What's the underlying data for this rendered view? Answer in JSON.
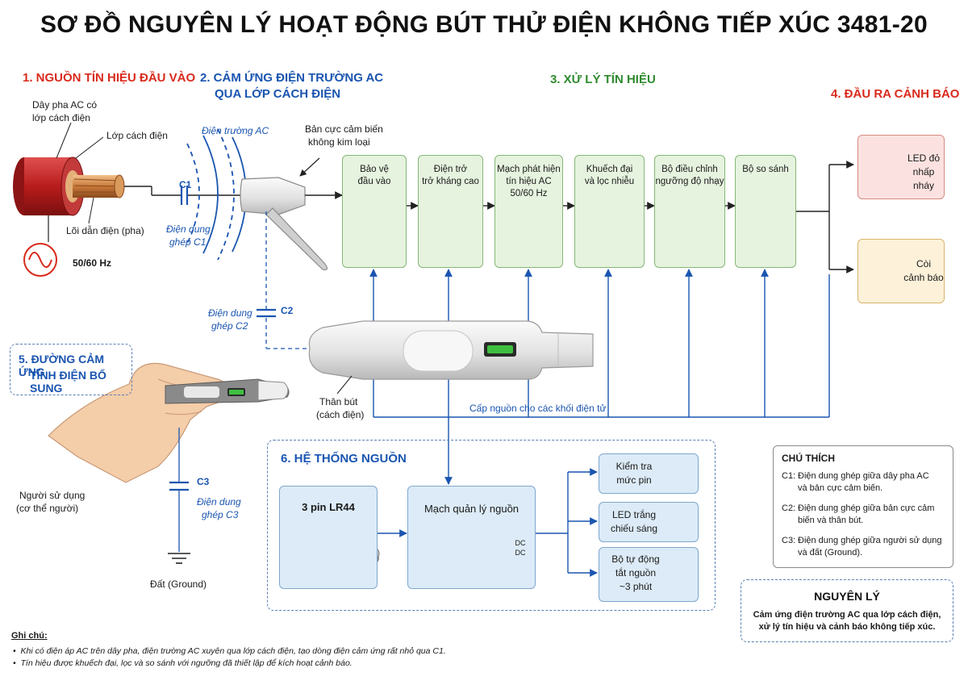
{
  "title": "SƠ ĐỒ NGUYÊN LÝ HOẠT ĐỘNG BÚT THỬ ĐIỆN KHÔNG TIẾP XÚC 3481-20",
  "sections": {
    "s1": "1. NGUỒN TÍN HIỆU ĐẦU VÀO",
    "s2a": "2. CẢM ỨNG ĐIỆN TRƯỜNG AC",
    "s2b": "QUA LỚP CÁCH ĐIỆN",
    "s3": "3. XỬ LÝ TÍN HIỆU",
    "s4": "4. ĐẦU RA CẢNH BÁO",
    "s5a": "5. ĐƯỜNG CẢM ỨNG",
    "s5b": "TĨNH ĐIỆN BỔ SUNG",
    "s6": "6. HỆ THỐNG NGUỒN"
  },
  "input": {
    "wire_a": "Dây pha AC có",
    "wire_b": "lớp cách điện",
    "insulation": "Lớp cách điện",
    "core": "Lõi dẫn điện (pha)",
    "freq": "50/60 Hz"
  },
  "coupling": {
    "field": "Điện trường AC",
    "c1": "C1",
    "c1_a": "Điện dung",
    "c1_b": "ghép C1",
    "electrode_a": "Bản cực cảm biến",
    "electrode_b": "không kim loại",
    "c2": "C2",
    "c2_a": "Điện dung",
    "c2_b": "ghép C2",
    "c3": "C3",
    "c3_a": "Điện dung",
    "c3_b": "ghép C3"
  },
  "blocks": [
    {
      "l1": "Bảo vệ",
      "l2": "đầu vào",
      "l3": "",
      "icon": "diode-icon"
    },
    {
      "l1": "Điện trở",
      "l2": "trở kháng cao",
      "l3": "",
      "icon": "resistor-icon"
    },
    {
      "l1": "Mạch phát hiện",
      "l2": "tín hiệu AC",
      "l3": "50/60 Hz",
      "icon": "sine-icon"
    },
    {
      "l1": "Khuếch đại",
      "l2": "và lọc nhiễu",
      "l3": "",
      "icon": "amplifier-icon"
    },
    {
      "l1": "Bộ điều chỉnh",
      "l2": "ngưỡng độ nhạy",
      "l3": "",
      "icon": "variable-resistor-icon"
    },
    {
      "l1": "Bộ so sánh",
      "l2": "",
      "l3": "",
      "icon": "comparator-icon"
    }
  ],
  "outputs": {
    "led_a": "LED đỏ",
    "led_b": "nhấp nháy",
    "buzzer_a": "Còi",
    "buzzer_b": "cảnh báo"
  },
  "pen": {
    "body_a": "Thân bút",
    "body_b": "(cách điện)",
    "supply": "Cấp nguồn cho các khối điện tử"
  },
  "user": {
    "a": "Người sử dụng",
    "b": "(cơ thể người)",
    "ground": "Đất (Ground)"
  },
  "power": {
    "battery": "3 pin LR44",
    "manager": "Mạch quản lý nguồn",
    "dcdc_a": "DC",
    "dcdc_b": "DC",
    "check_a": "Kiểm tra",
    "check_b": "mức pin",
    "light_a": "LED trắng",
    "light_b": "chiếu sáng",
    "auto_a": "Bộ tự động",
    "auto_b": "tắt nguồn",
    "auto_c": "~3 phút"
  },
  "legend": {
    "title": "CHÚ THÍCH",
    "items": [
      {
        "key": "C1:",
        "a": "Điện dung ghép giữa dây pha AC",
        "b": "và bản cực cảm biến."
      },
      {
        "key": "C2:",
        "a": "Điện dung ghép giữa bản cực cảm",
        "b": "biến và thân bút."
      },
      {
        "key": "C3:",
        "a": "Điện dung ghép giữa người sử dụng",
        "b": "và đất (Ground)."
      }
    ]
  },
  "principle": {
    "title": "NGUYÊN LÝ",
    "a": "Cảm ứng điện trường AC qua lớp cách điện,",
    "b": "xử lý tín hiệu và cảnh báo không tiếp xúc."
  },
  "notes": {
    "title": "Ghi chú:",
    "n1": "Khi có điện áp AC trên dây pha, điện trường AC xuyên qua lớp cách điện, tạo dòng điện cảm ứng rất nhỏ qua C1.",
    "n2": "Tín hiệu được khuếch đại, lọc và so sánh với ngưỡng đã thiết lập để kích hoạt cảnh báo."
  },
  "colors": {
    "red": "#d92a1c",
    "blue": "#1a55b0",
    "green": "#2f8a2f",
    "block_fill": "#e6f3df",
    "power_fill": "#dcebf7"
  }
}
